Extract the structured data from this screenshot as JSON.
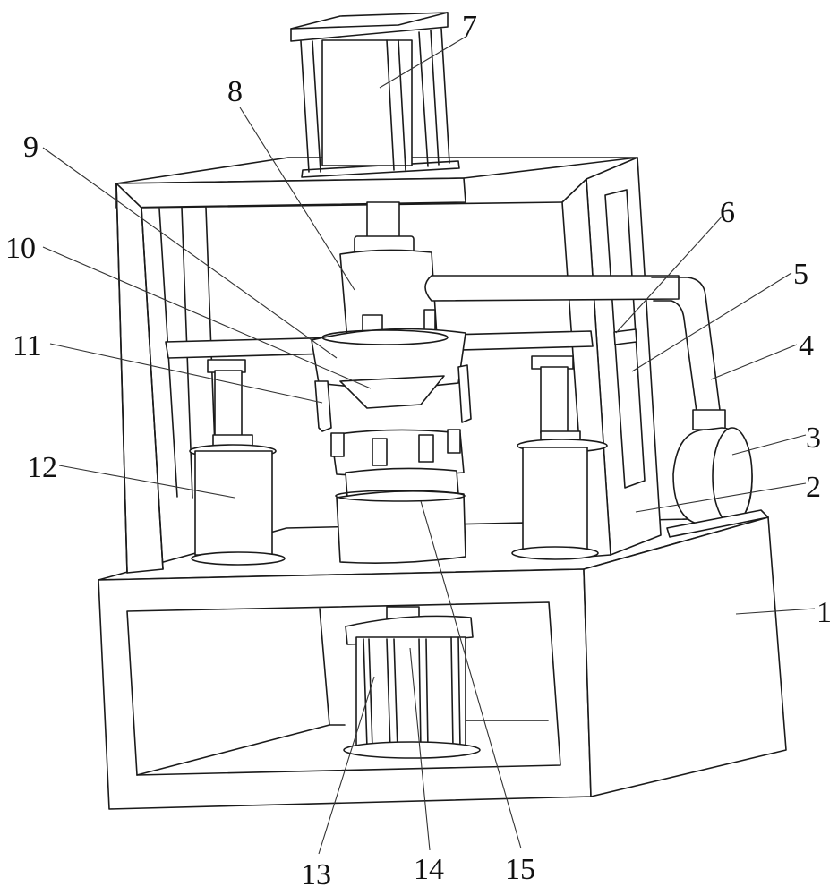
{
  "figure": {
    "type": "patent-mechanical-drawing",
    "line_color": "#1a1a1a",
    "background": "#ffffff"
  },
  "labels": [
    {
      "id": "1",
      "text": "1",
      "part": "base-box"
    },
    {
      "id": "2",
      "text": "2",
      "part": "frame-column-right"
    },
    {
      "id": "3",
      "text": "3",
      "part": "pump"
    },
    {
      "id": "4",
      "text": "4",
      "part": "pipe"
    },
    {
      "id": "5",
      "text": "5",
      "part": "slide-rail"
    },
    {
      "id": "6",
      "text": "6",
      "part": "slider"
    },
    {
      "id": "7",
      "text": "7",
      "part": "top-cylinder"
    },
    {
      "id": "8",
      "text": "8",
      "part": "press-head"
    },
    {
      "id": "9",
      "text": "9",
      "part": "hopper-ring"
    },
    {
      "id": "10",
      "text": "10",
      "part": "funnel"
    },
    {
      "id": "11",
      "text": "11",
      "part": "clamp-arm"
    },
    {
      "id": "12",
      "text": "12",
      "part": "side-cylinder"
    },
    {
      "id": "13",
      "text": "13",
      "part": "bottom-motor"
    },
    {
      "id": "14",
      "text": "14",
      "part": "rotary-seat"
    },
    {
      "id": "15",
      "text": "15",
      "part": "gear-mold"
    }
  ]
}
